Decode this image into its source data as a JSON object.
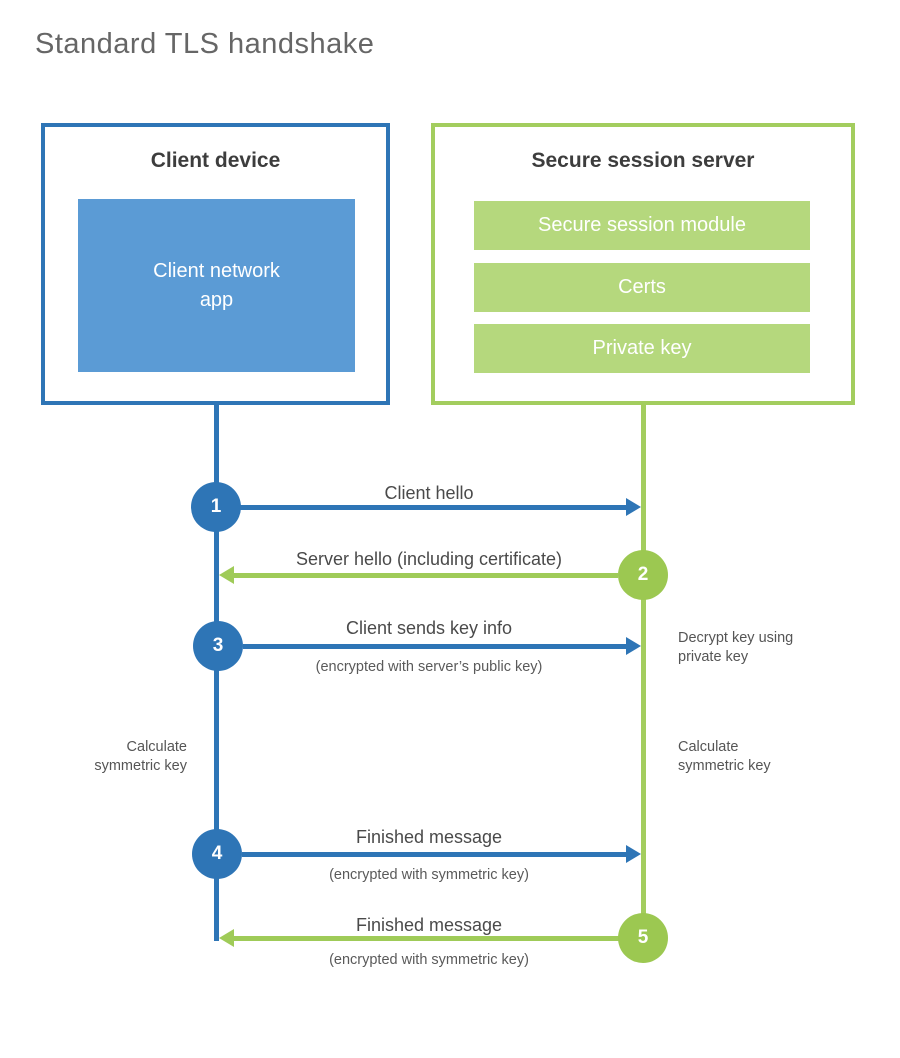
{
  "title": "Standard TLS handshake",
  "colors": {
    "blue": "#2e75b6",
    "blue_fill": "#5b9bd5",
    "green": "#a3cd5e",
    "green_fill": "#b5d87d",
    "green_circle": "#9cc851",
    "heading_text": "#3d3d3d",
    "label_text": "#4a4a4a"
  },
  "client_box": {
    "title": "Client device",
    "app_label": "Client network\napp"
  },
  "server_box": {
    "title": "Secure session server",
    "modules": [
      "Secure session module",
      "Certs",
      "Private key"
    ]
  },
  "steps": [
    {
      "num": "1",
      "direction": "client-to-server",
      "label": "Client hello"
    },
    {
      "num": "2",
      "direction": "server-to-client",
      "label": "Server hello (including certificate)"
    },
    {
      "num": "3",
      "direction": "client-to-server",
      "label": "Client sends key info",
      "sublabel": "(encrypted with server’s public key)"
    },
    {
      "num": "4",
      "direction": "client-to-server",
      "label": "Finished message",
      "sublabel": "(encrypted with symmetric key)"
    },
    {
      "num": "5",
      "direction": "server-to-client",
      "label": "Finished message",
      "sublabel": "(encrypted with symmetric key)"
    }
  ],
  "side_notes": {
    "decrypt": "Decrypt key using\nprivate key",
    "calculate_left": "Calculate\nsymmetric key",
    "calculate_right": "Calculate\nsymmetric key"
  }
}
